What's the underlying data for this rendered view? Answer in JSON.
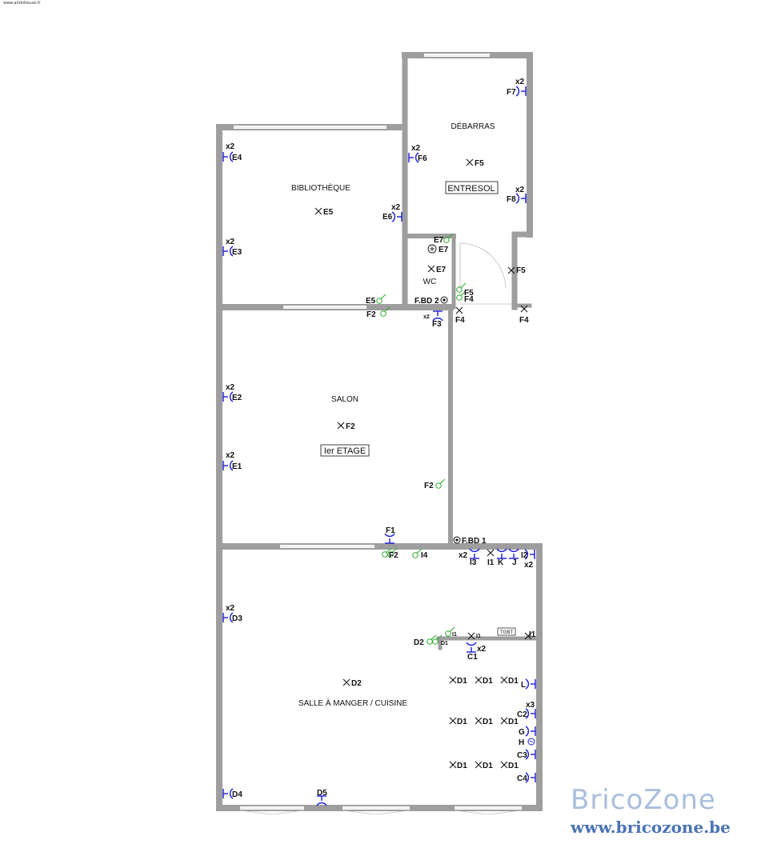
{
  "header": {
    "source": "www.ambitieuse.fr"
  },
  "rooms": {
    "bibliotheque": "BIBLIOTHÈQUE",
    "debarras": "DÉBARRAS",
    "entresol": "ENTRESOL",
    "wc": "WC",
    "salon": "SALON",
    "etage": "Ier ETAGE",
    "salle": "SALLE À MANGER / CUISINE"
  },
  "boxes": {
    "tgbt": "TGBT"
  },
  "panels": {
    "fbd1": "F.BD 1",
    "fbd2": "F.BD 2"
  },
  "labels": {
    "E1": "E1",
    "E2": "E2",
    "E3": "E3",
    "E4": "E4",
    "E5": "E5",
    "E6": "E6",
    "E7": "E7",
    "F1": "F1",
    "F2": "F2",
    "F3": "F3",
    "F4": "F4",
    "F5": "F5",
    "F6": "F6",
    "F7": "F7",
    "F8": "F8",
    "D1": "D1",
    "D2": "D2",
    "D3": "D3",
    "D4": "D4",
    "D5": "D5",
    "C1": "C1",
    "C2": "C2",
    "C3": "C3",
    "C4": "C4",
    "I1": "I1",
    "I2": "I2",
    "I3": "I3",
    "I4": "I4",
    "G": "G",
    "H": "H",
    "J": "J",
    "K": "K",
    "L": "L",
    "x2": "x2",
    "x3": "x3"
  },
  "colors": {
    "wall": "#9e9e9e",
    "socket": "#1a1adf",
    "switch": "#2aa82a"
  },
  "brand": {
    "name": "BricoZone",
    "url": "www.bricozone.be"
  }
}
